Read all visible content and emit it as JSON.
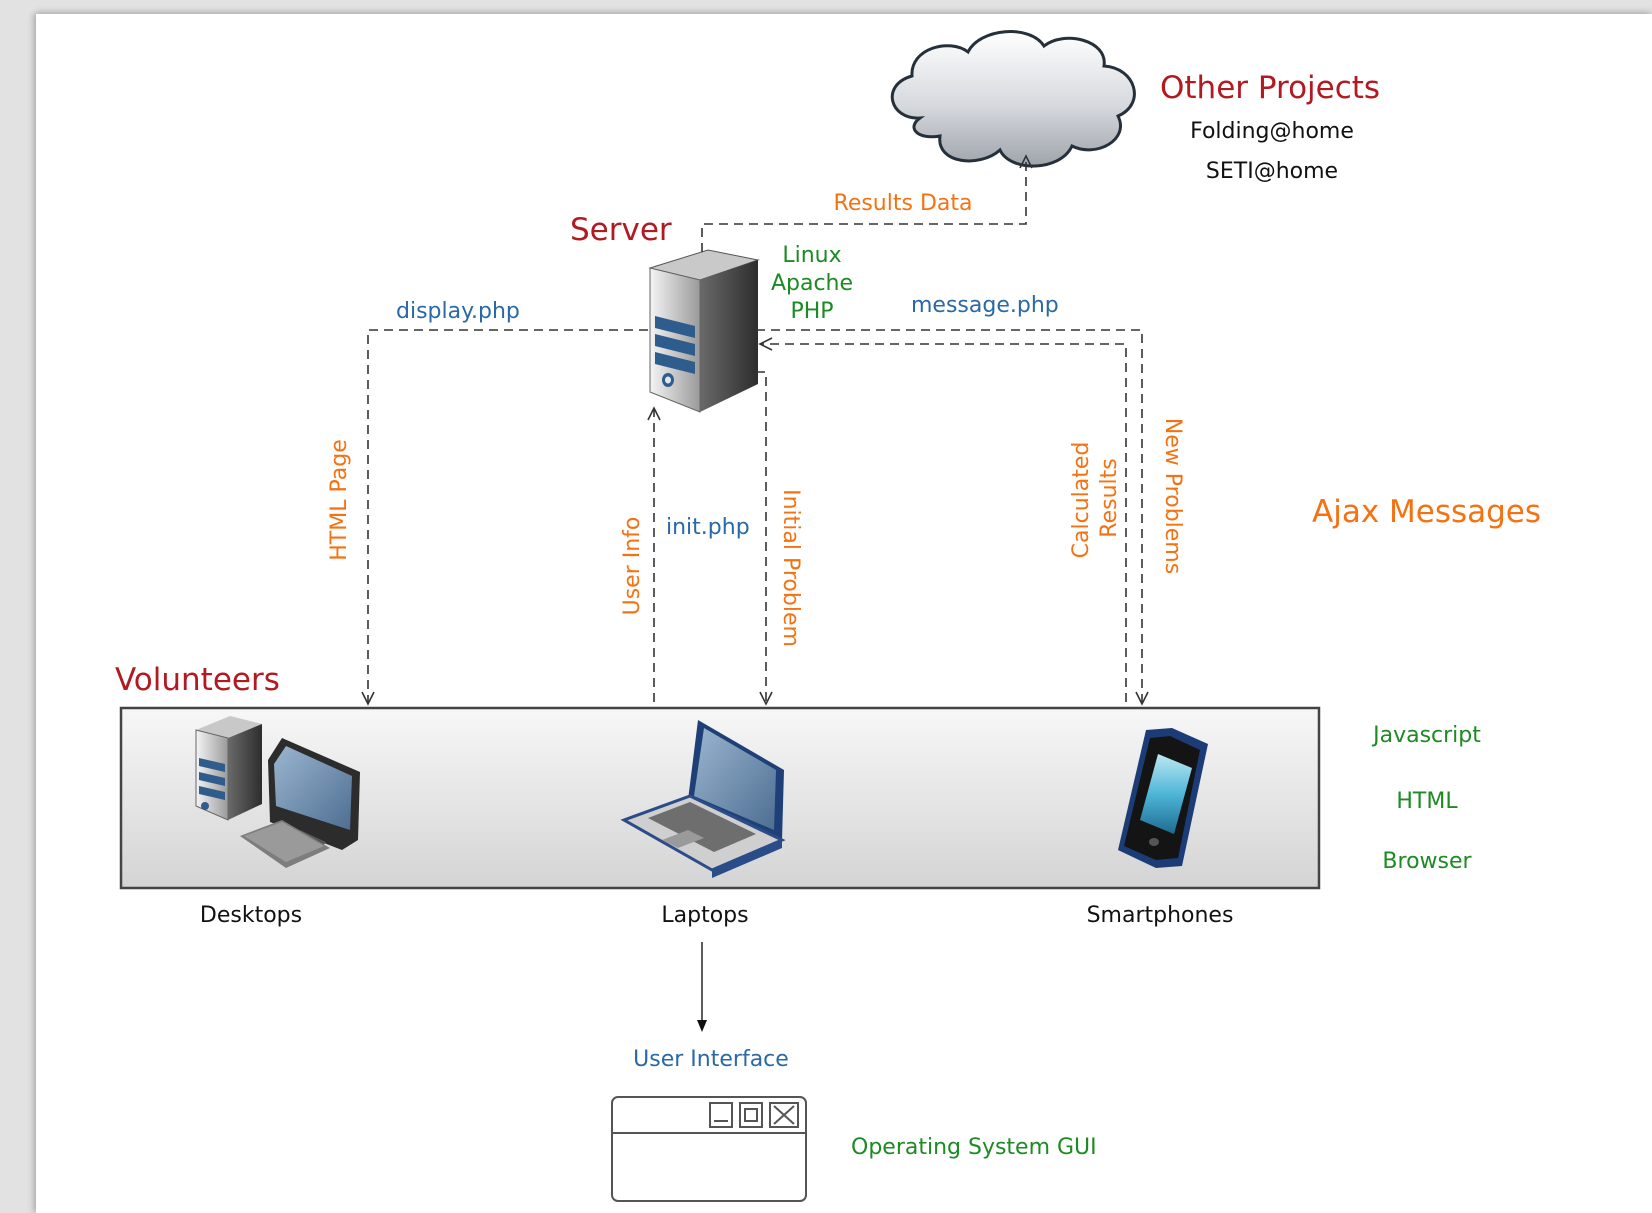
{
  "headings": {
    "other_projects": "Other Projects",
    "server": "Server",
    "volunteers": "Volunteers"
  },
  "other_projects_list": [
    "Folding@home",
    "SETI@home"
  ],
  "server_stack": [
    "Linux",
    "Apache",
    "PHP"
  ],
  "endpoints": {
    "display": "display.php",
    "message": "message.php",
    "init": "init.php",
    "user_interface": "User Interface"
  },
  "flows": {
    "results_data": "Results Data",
    "html_page": "HTML Page",
    "user_info": "User Info",
    "initial_problem": "Initial Problem",
    "calculated": "Calculated",
    "results": "Results",
    "new_problems": "New Problems",
    "ajax_messages": "Ajax Messages"
  },
  "devices": [
    "Desktops",
    "Laptops",
    "Smartphones"
  ],
  "client_stack": [
    "Javascript",
    "HTML",
    "Browser"
  ],
  "os_gui": "Operating System GUI",
  "icons": [
    "cloud-icon",
    "server-tower-icon",
    "desktop-computer-icon",
    "laptop-icon",
    "smartphone-icon",
    "window-icon"
  ],
  "colors": {
    "heading": "#b21a22",
    "flow": "#f57212",
    "endpoint": "#2a69a6",
    "tech": "#1d8a23",
    "text": "#111111"
  }
}
